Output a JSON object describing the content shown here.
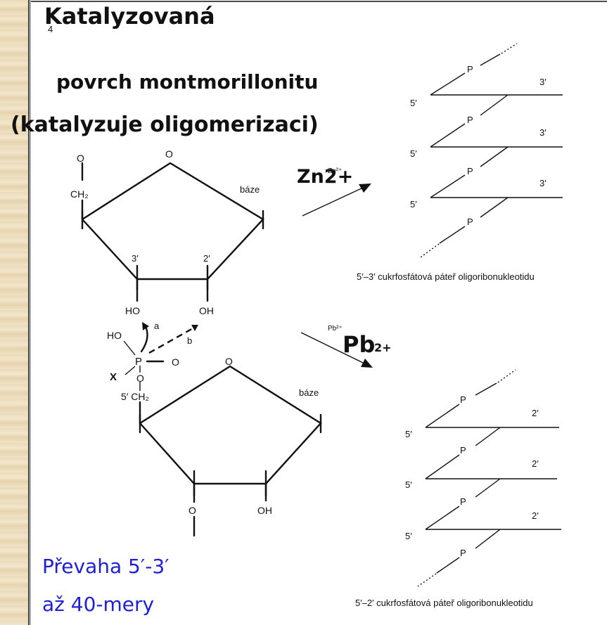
{
  "slide_number": "4",
  "title": {
    "line1": "Katalyzovaná",
    "line2": "povrch montmorillonitu",
    "line3": "(katalyzuje oligomerizaci)"
  },
  "labels": {
    "o": "O",
    "ch2": "CH₂",
    "five_ch2": "5′ CH₂",
    "base": "báze",
    "three_prime": "3′",
    "two_prime": "2′",
    "five_prime": "5′",
    "ho": "HO",
    "oh": "OH",
    "p": "P",
    "x": "X",
    "a": "a",
    "b": "b"
  },
  "ions": {
    "zn_small": "Zn²⁺",
    "zn_big": "Zn2+",
    "pb_small": "Pb²⁺",
    "pb_big": "Pb",
    "pb_charge": "2+"
  },
  "captions": {
    "backbone_53": "5′–3′ cukrfosfátová páteř oligoribonukleotidu",
    "backbone_52": "5′–2′ cukrfosfátová páteř oligoribonukleotidu"
  },
  "note": {
    "line1": "Převaha 5′-3′",
    "line2": "až 40-mery"
  },
  "colors": {
    "note": "#1f1fd6",
    "text": "#111111",
    "background": "#ffffff",
    "side_band": "#e9d9b8"
  }
}
